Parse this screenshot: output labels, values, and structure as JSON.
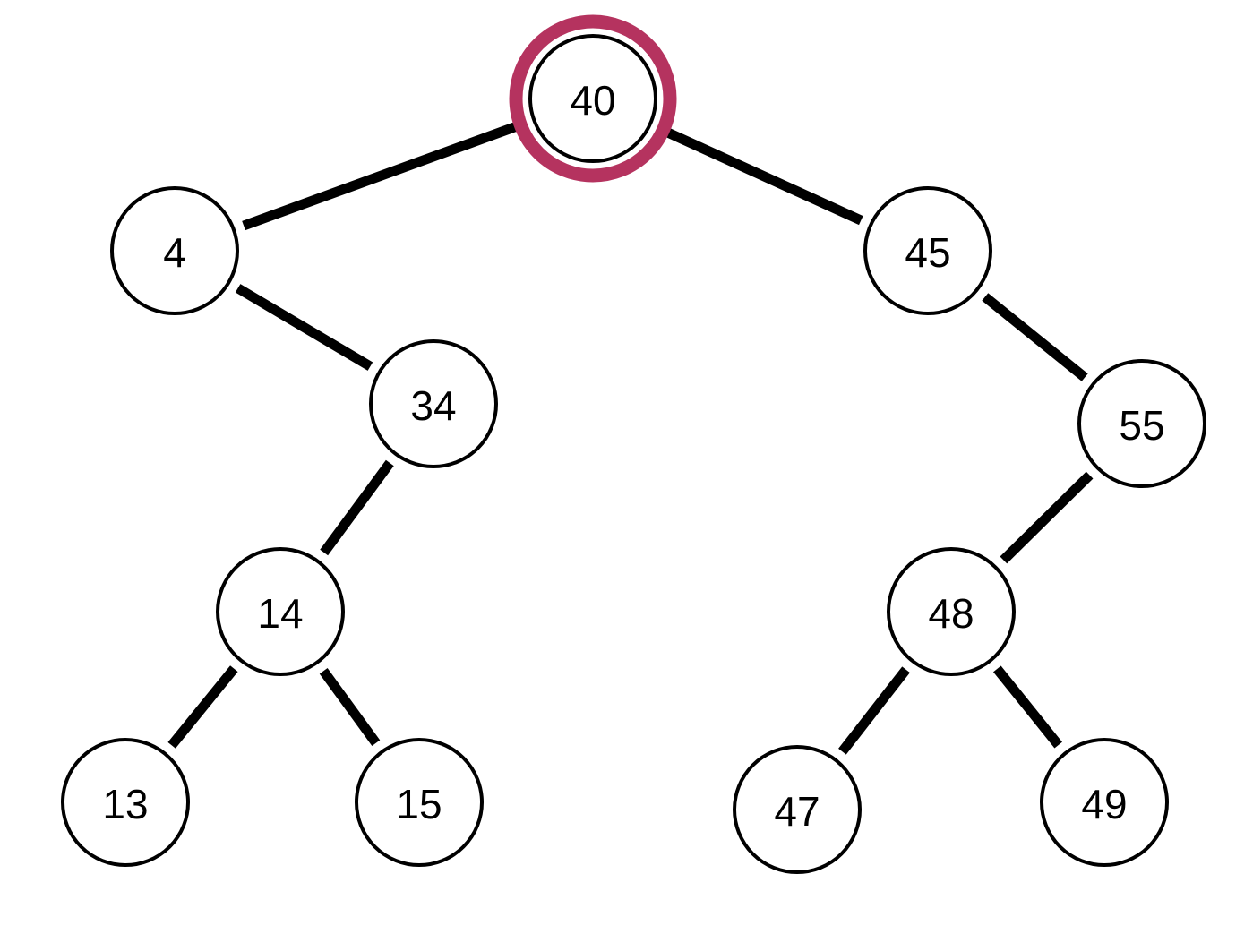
{
  "colors": {
    "highlight": "#b5335f",
    "edge": "#000000",
    "node_fill": "#ffffff",
    "node_stroke": "#000000",
    "text": "#000000"
  },
  "tree": {
    "root": "40",
    "highlighted": "40",
    "nodes": [
      "40",
      "4",
      "45",
      "34",
      "55",
      "14",
      "48",
      "13",
      "15",
      "47",
      "49"
    ],
    "edges": [
      [
        "40",
        "4"
      ],
      [
        "40",
        "45"
      ],
      [
        "4",
        "34"
      ],
      [
        "45",
        "55"
      ],
      [
        "34",
        "14"
      ],
      [
        "55",
        "48"
      ],
      [
        "14",
        "13"
      ],
      [
        "14",
        "15"
      ],
      [
        "48",
        "47"
      ],
      [
        "48",
        "49"
      ]
    ]
  }
}
